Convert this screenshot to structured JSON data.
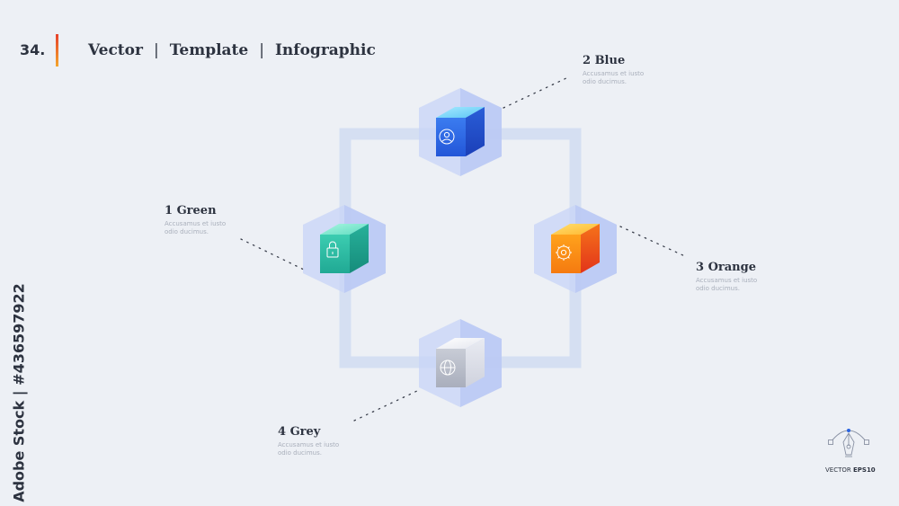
{
  "header": {
    "number": "34.",
    "title_parts": [
      "Vector",
      "Template",
      "Infographic"
    ],
    "separator": "|",
    "accent_color": "#e6402b"
  },
  "steps": [
    {
      "number": "1",
      "title": "1 Green",
      "description": "Accusamus et iusto odio ducimus.",
      "color": "#2bc2a8",
      "icon": "lock-icon"
    },
    {
      "number": "2",
      "title": "2 Blue",
      "description": "Accusamus et iusto odio ducimus.",
      "color": "#2a63e0",
      "icon": "user-circle-icon"
    },
    {
      "number": "3",
      "title": "3 Orange",
      "description": "Accusamus et iusto odio ducimus.",
      "color": "#f47f12",
      "icon": "gear-icon"
    },
    {
      "number": "4",
      "title": "4 Grey",
      "description": "Accusamus et iusto odio ducimus.",
      "color": "#b8bcc8",
      "icon": "globe-icon"
    }
  ],
  "credit": "Adobe Stock | #436597922",
  "badge": {
    "prefix": "VECTOR",
    "suffix": "EPS10"
  }
}
